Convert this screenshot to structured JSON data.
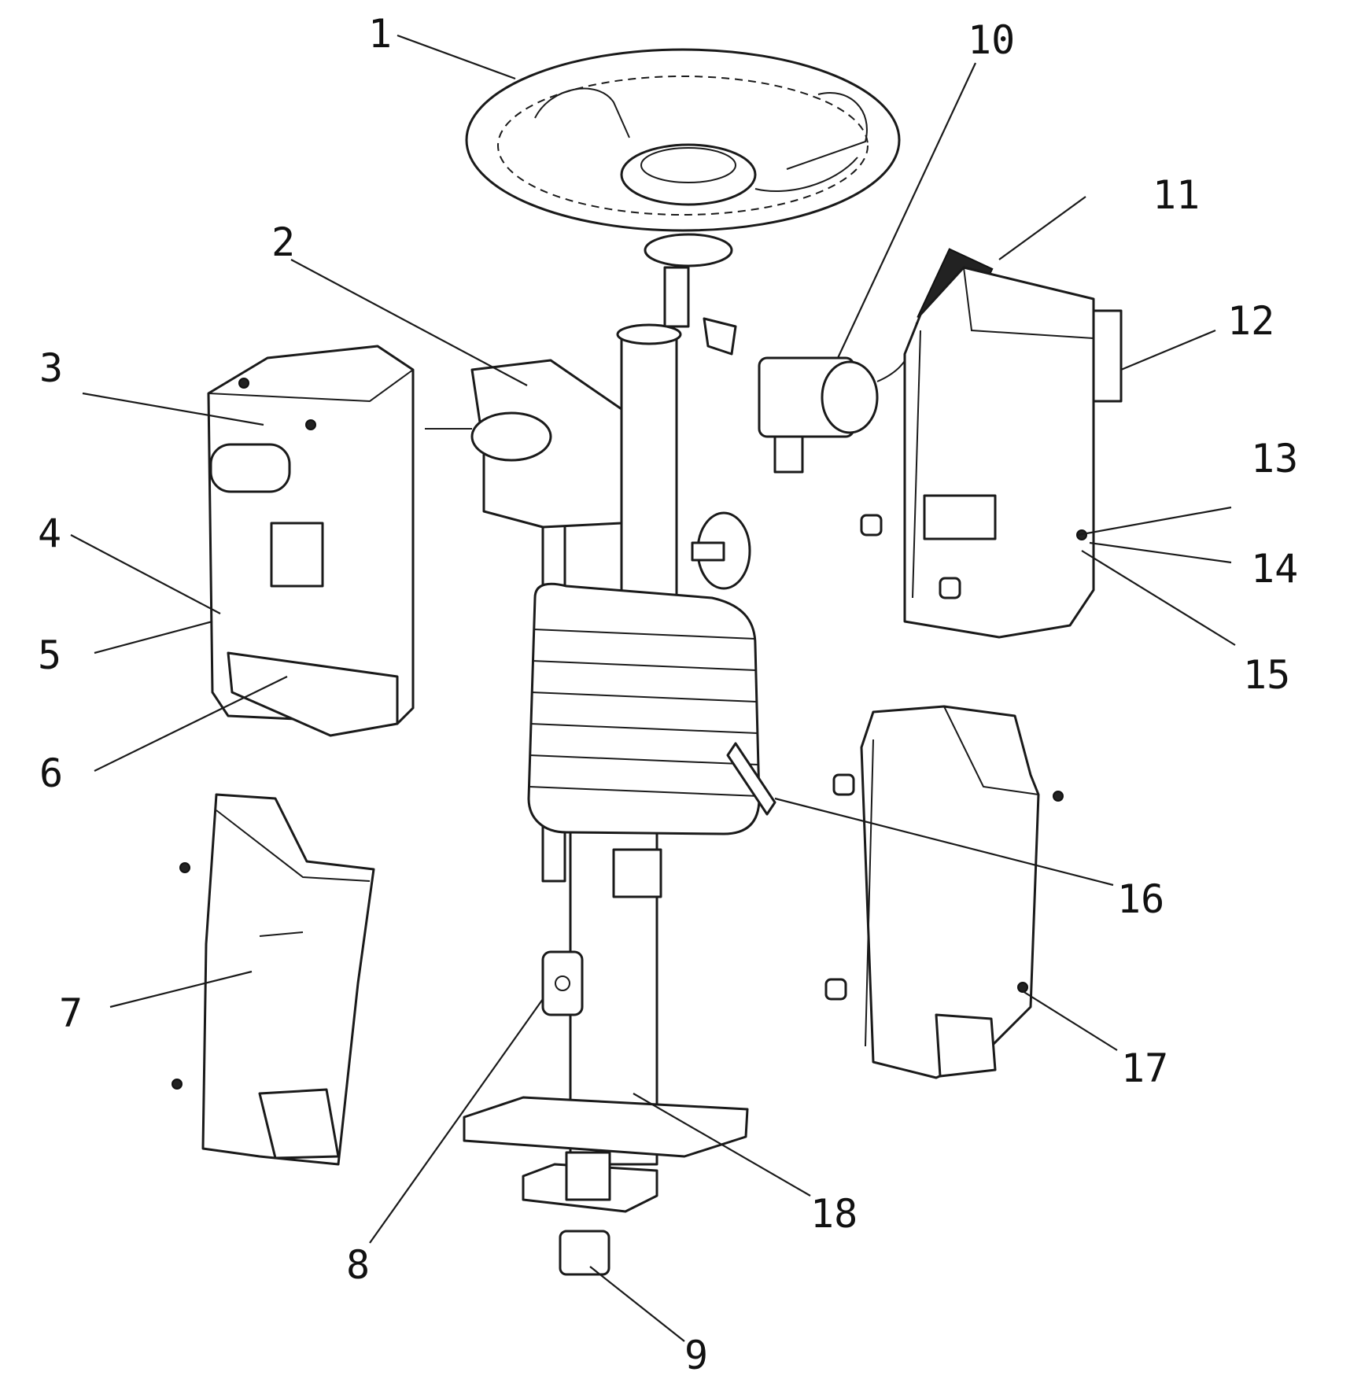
{
  "diagram": {
    "colors": {
      "line": "#1a1a1a",
      "background": "#ffffff"
    },
    "callouts": [
      "1",
      "2",
      "3",
      "4",
      "5",
      "6",
      "7",
      "8",
      "9",
      "10",
      "11",
      "12",
      "13",
      "14",
      "15",
      "16",
      "17",
      "18"
    ]
  }
}
